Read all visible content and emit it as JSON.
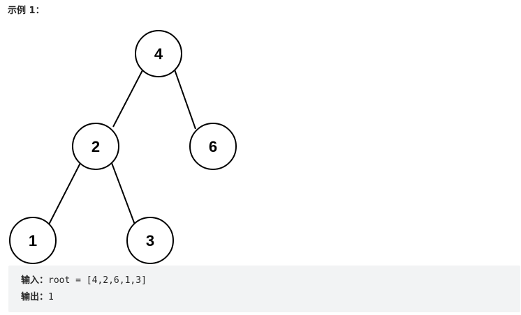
{
  "example": {
    "title": "示例 1："
  },
  "tree": {
    "nodes": [
      "4",
      "2",
      "6",
      "1",
      "3"
    ]
  },
  "io": {
    "input_label": "输入：",
    "input_value": "root = [4,2,6,1,3]",
    "output_label": "输出：",
    "output_value": "1"
  }
}
